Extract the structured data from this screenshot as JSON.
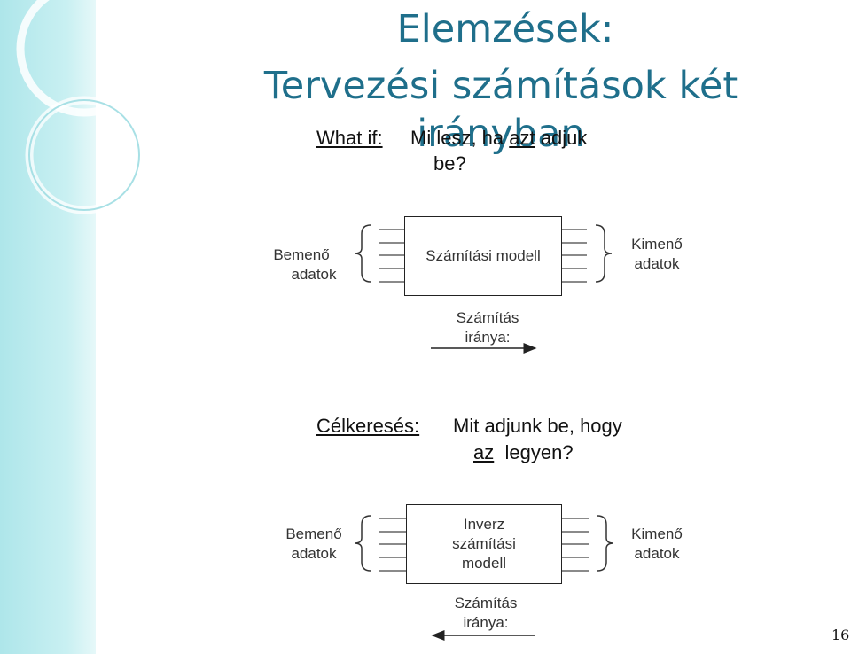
{
  "slide": {
    "title_line1": "Elemzések:",
    "title_line2": "Tervezési számítások két irányban",
    "page_number": "16"
  },
  "whatif": {
    "label": "What if:",
    "text_before": "Mi lesz, ha ",
    "emphasis": "azt",
    "text_after": " adjuk",
    "line2": "be?"
  },
  "diagram1": {
    "input_line1": "Bemenő",
    "input_line2": "adatok",
    "model": "Számítási modell",
    "output_line1": "Kimenő",
    "output_line2": "adatok",
    "direction_line1": "Számítás",
    "direction_line2": "iránya:",
    "arrow_direction": "right"
  },
  "goalseek": {
    "label": "Célkeresés:",
    "text": "Mit adjunk be, hogy",
    "emphasis": "az",
    "line2_rest": "legyen?"
  },
  "diagram2": {
    "input_line1": "Bemenő",
    "input_line2": "adatok",
    "model_line1": "Inverz",
    "model_line2": "számítási",
    "model_line3": "modell",
    "output_line1": "Kimenő",
    "output_line2": "adatok",
    "direction_line1": "Számítás",
    "direction_line2": "iránya:",
    "arrow_direction": "left"
  }
}
